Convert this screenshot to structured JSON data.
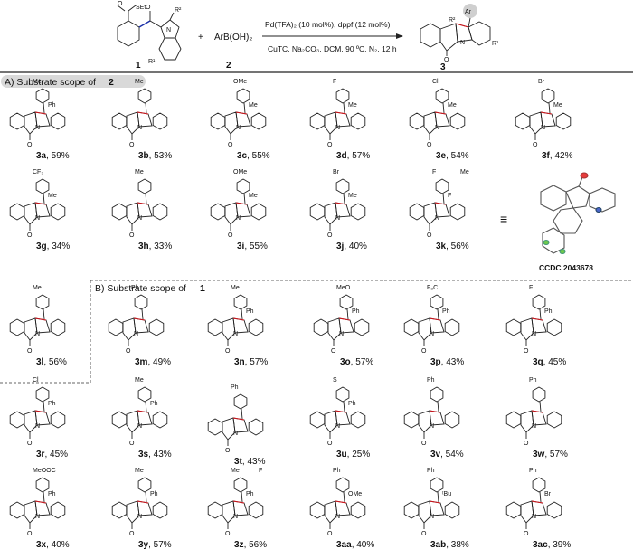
{
  "scheme": {
    "reagent1": {
      "label": "1",
      "group": "SEt",
      "substituents": [
        "R²",
        "R¹"
      ]
    },
    "reagent2": {
      "label": "2",
      "formula": "ArB(OH)₂"
    },
    "plus": "+",
    "conditions_top": "Pd(TFA)₂ (10 mol%), dppf (12 mol%)",
    "conditions_bottom": "CuTC, Na₂CO₃, DCM, 90 ºC, N₂, 12 h",
    "product": {
      "label": "3",
      "substituents": [
        "Ar",
        "R²",
        "R¹"
      ],
      "atoms": [
        "N",
        "O"
      ]
    }
  },
  "section_a": {
    "prefix": "A) Substrate scope of",
    "number": "2"
  },
  "section_b": {
    "prefix": "B) Substrate scope of",
    "number": "1"
  },
  "compounds": [
    {
      "id": "3a",
      "yield": ", 59%",
      "labels": [
        "Me",
        "Ph"
      ]
    },
    {
      "id": "3b",
      "yield": ", 53%",
      "labels": [
        "Me"
      ]
    },
    {
      "id": "3c",
      "yield": ", 55%",
      "labels": [
        "OMe",
        "Me"
      ]
    },
    {
      "id": "3d",
      "yield": ", 57%",
      "labels": [
        "F",
        "Me"
      ]
    },
    {
      "id": "3e",
      "yield": ", 54%",
      "labels": [
        "Cl",
        "Me"
      ]
    },
    {
      "id": "3f",
      "yield": ", 42%",
      "labels": [
        "Br",
        "Me"
      ]
    },
    {
      "id": "3g",
      "yield": ", 34%",
      "labels": [
        "CF₃",
        "Me"
      ]
    },
    {
      "id": "3h",
      "yield": ", 33%",
      "labels": [
        "Me"
      ]
    },
    {
      "id": "3i",
      "yield": ", 55%",
      "labels": [
        "OMe",
        "Me"
      ]
    },
    {
      "id": "3j",
      "yield": ", 40%",
      "labels": [
        "Br",
        "Me"
      ]
    },
    {
      "id": "3k",
      "yield": ", 56%",
      "labels": [
        "F",
        "F",
        "Me"
      ]
    },
    {
      "id": "3l",
      "yield": ", 56%",
      "labels": [
        "Me"
      ]
    },
    {
      "id": "3m",
      "yield": ", 49%",
      "labels": [
        "Ph"
      ]
    },
    {
      "id": "3n",
      "yield": ", 57%",
      "labels": [
        "Me",
        "Ph"
      ]
    },
    {
      "id": "3o",
      "yield": ", 57%",
      "labels": [
        "MeO",
        "Ph"
      ]
    },
    {
      "id": "3p",
      "yield": ", 43%",
      "labels": [
        "F₃C",
        "Ph"
      ]
    },
    {
      "id": "3q",
      "yield": ", 45%",
      "labels": [
        "F",
        "Ph"
      ]
    },
    {
      "id": "3r",
      "yield": ", 45%",
      "labels": [
        "Cl",
        "Ph"
      ]
    },
    {
      "id": "3s",
      "yield": ", 43%",
      "labels": [
        "Me",
        "Ph"
      ]
    },
    {
      "id": "3t",
      "yield": ", 43%",
      "labels": [
        "Ph"
      ]
    },
    {
      "id": "3u",
      "yield": ", 25%",
      "labels": [
        "S",
        "Ph"
      ]
    },
    {
      "id": "3v",
      "yield": ", 54%",
      "labels": [
        "Ph"
      ]
    },
    {
      "id": "3w",
      "yield": ", 57%",
      "labels": [
        "Ph"
      ]
    },
    {
      "id": "3x",
      "yield": ", 40%",
      "labels": [
        "MeOOC",
        "Ph"
      ]
    },
    {
      "id": "3y",
      "yield": ", 57%",
      "labels": [
        "Me",
        "Ph"
      ]
    },
    {
      "id": "3z",
      "yield": ", 56%",
      "labels": [
        "Me",
        "Ph",
        "F"
      ]
    },
    {
      "id": "3aa",
      "yield": ", 40%",
      "labels": [
        "Ph",
        "OMe"
      ]
    },
    {
      "id": "3ab",
      "yield": ", 38%",
      "labels": [
        "Ph",
        "ᵗBu"
      ]
    },
    {
      "id": "3ac",
      "yield": ", 39%",
      "labels": [
        "Ph",
        "Br"
      ]
    }
  ],
  "crystal": {
    "equiv_symbol": "≡",
    "caption": "CCDC 2043678"
  }
}
